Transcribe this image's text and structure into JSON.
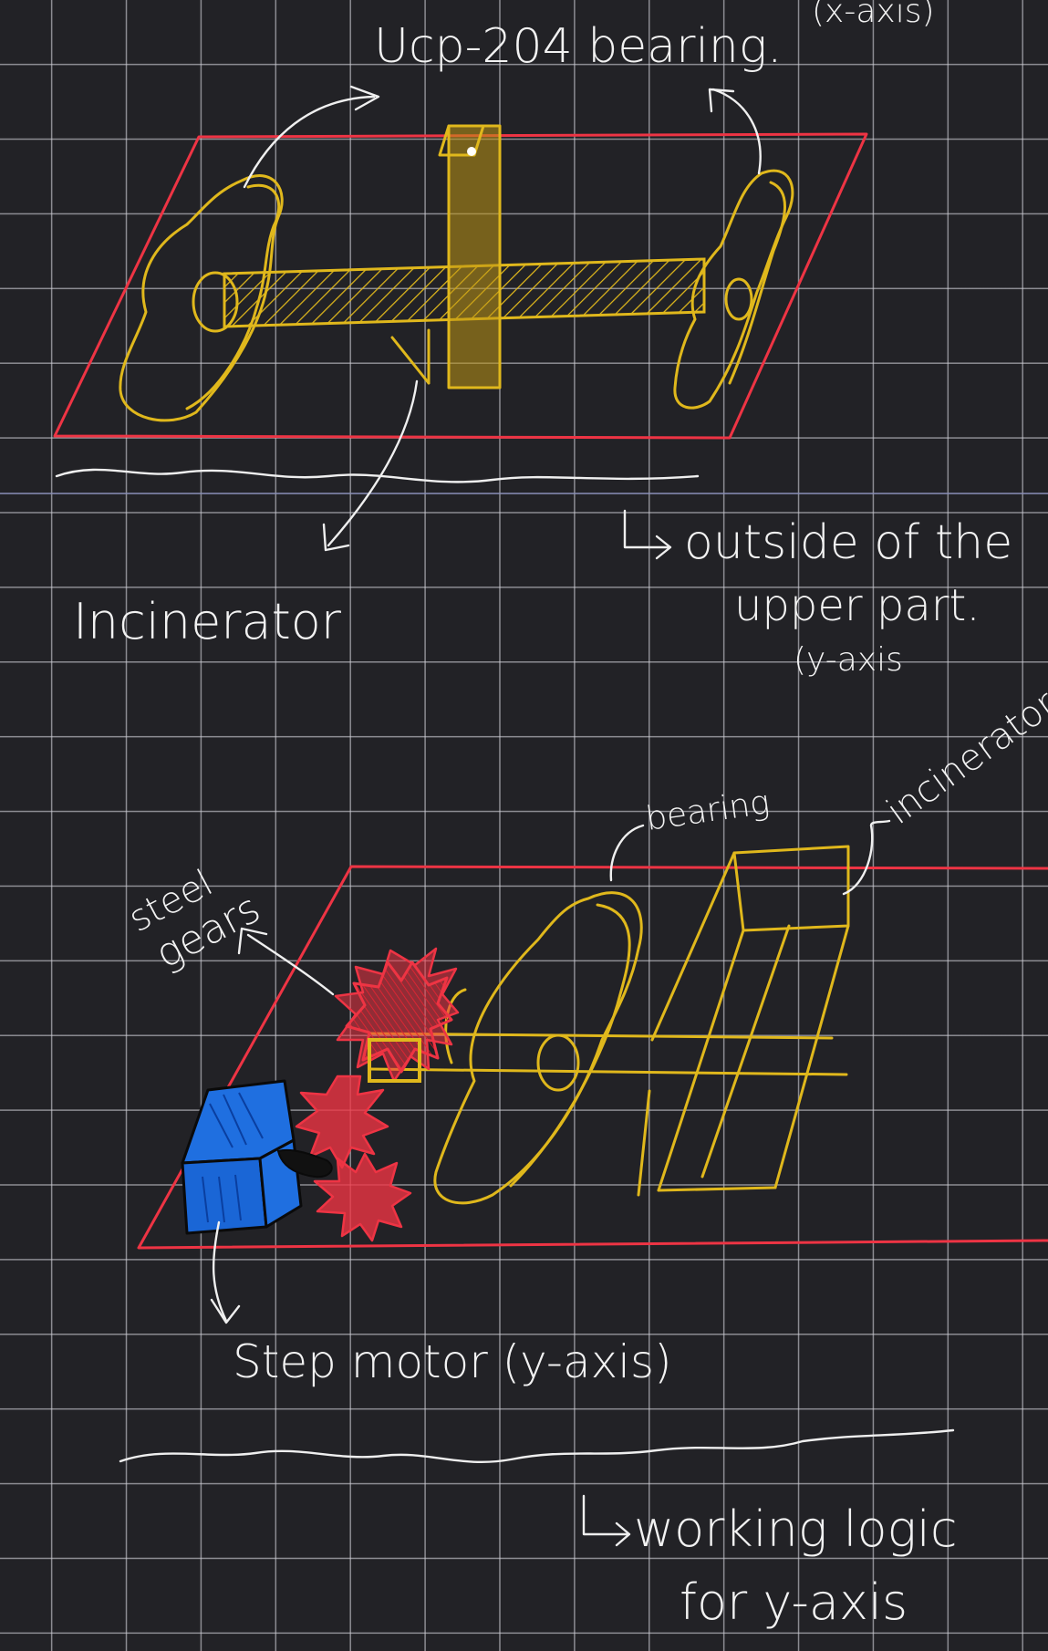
{
  "annotations": {
    "x_axis_caption": "(x-axis)",
    "ucp_bearing": "Ucp-204 bearing.",
    "incinerator_top": "Incinerator",
    "outside_line1": "outside of the",
    "outside_line2": "upper part.",
    "outside_line3": "(y-axis",
    "bearing_label": "bearing",
    "incinerator_side": "incinerator",
    "steel": "steel",
    "gears": "gears",
    "step_motor": "Step motor (y-axis)",
    "working_line1": "working logic",
    "working_line2": "for   y-axis"
  },
  "colors": {
    "background": "#222226",
    "grid": "#cdcdd4",
    "frame_red": "#ee3444",
    "bearing_yellow": "#e0b81c",
    "motor_blue": "#1f6fe0",
    "ink_white": "#efefef"
  }
}
